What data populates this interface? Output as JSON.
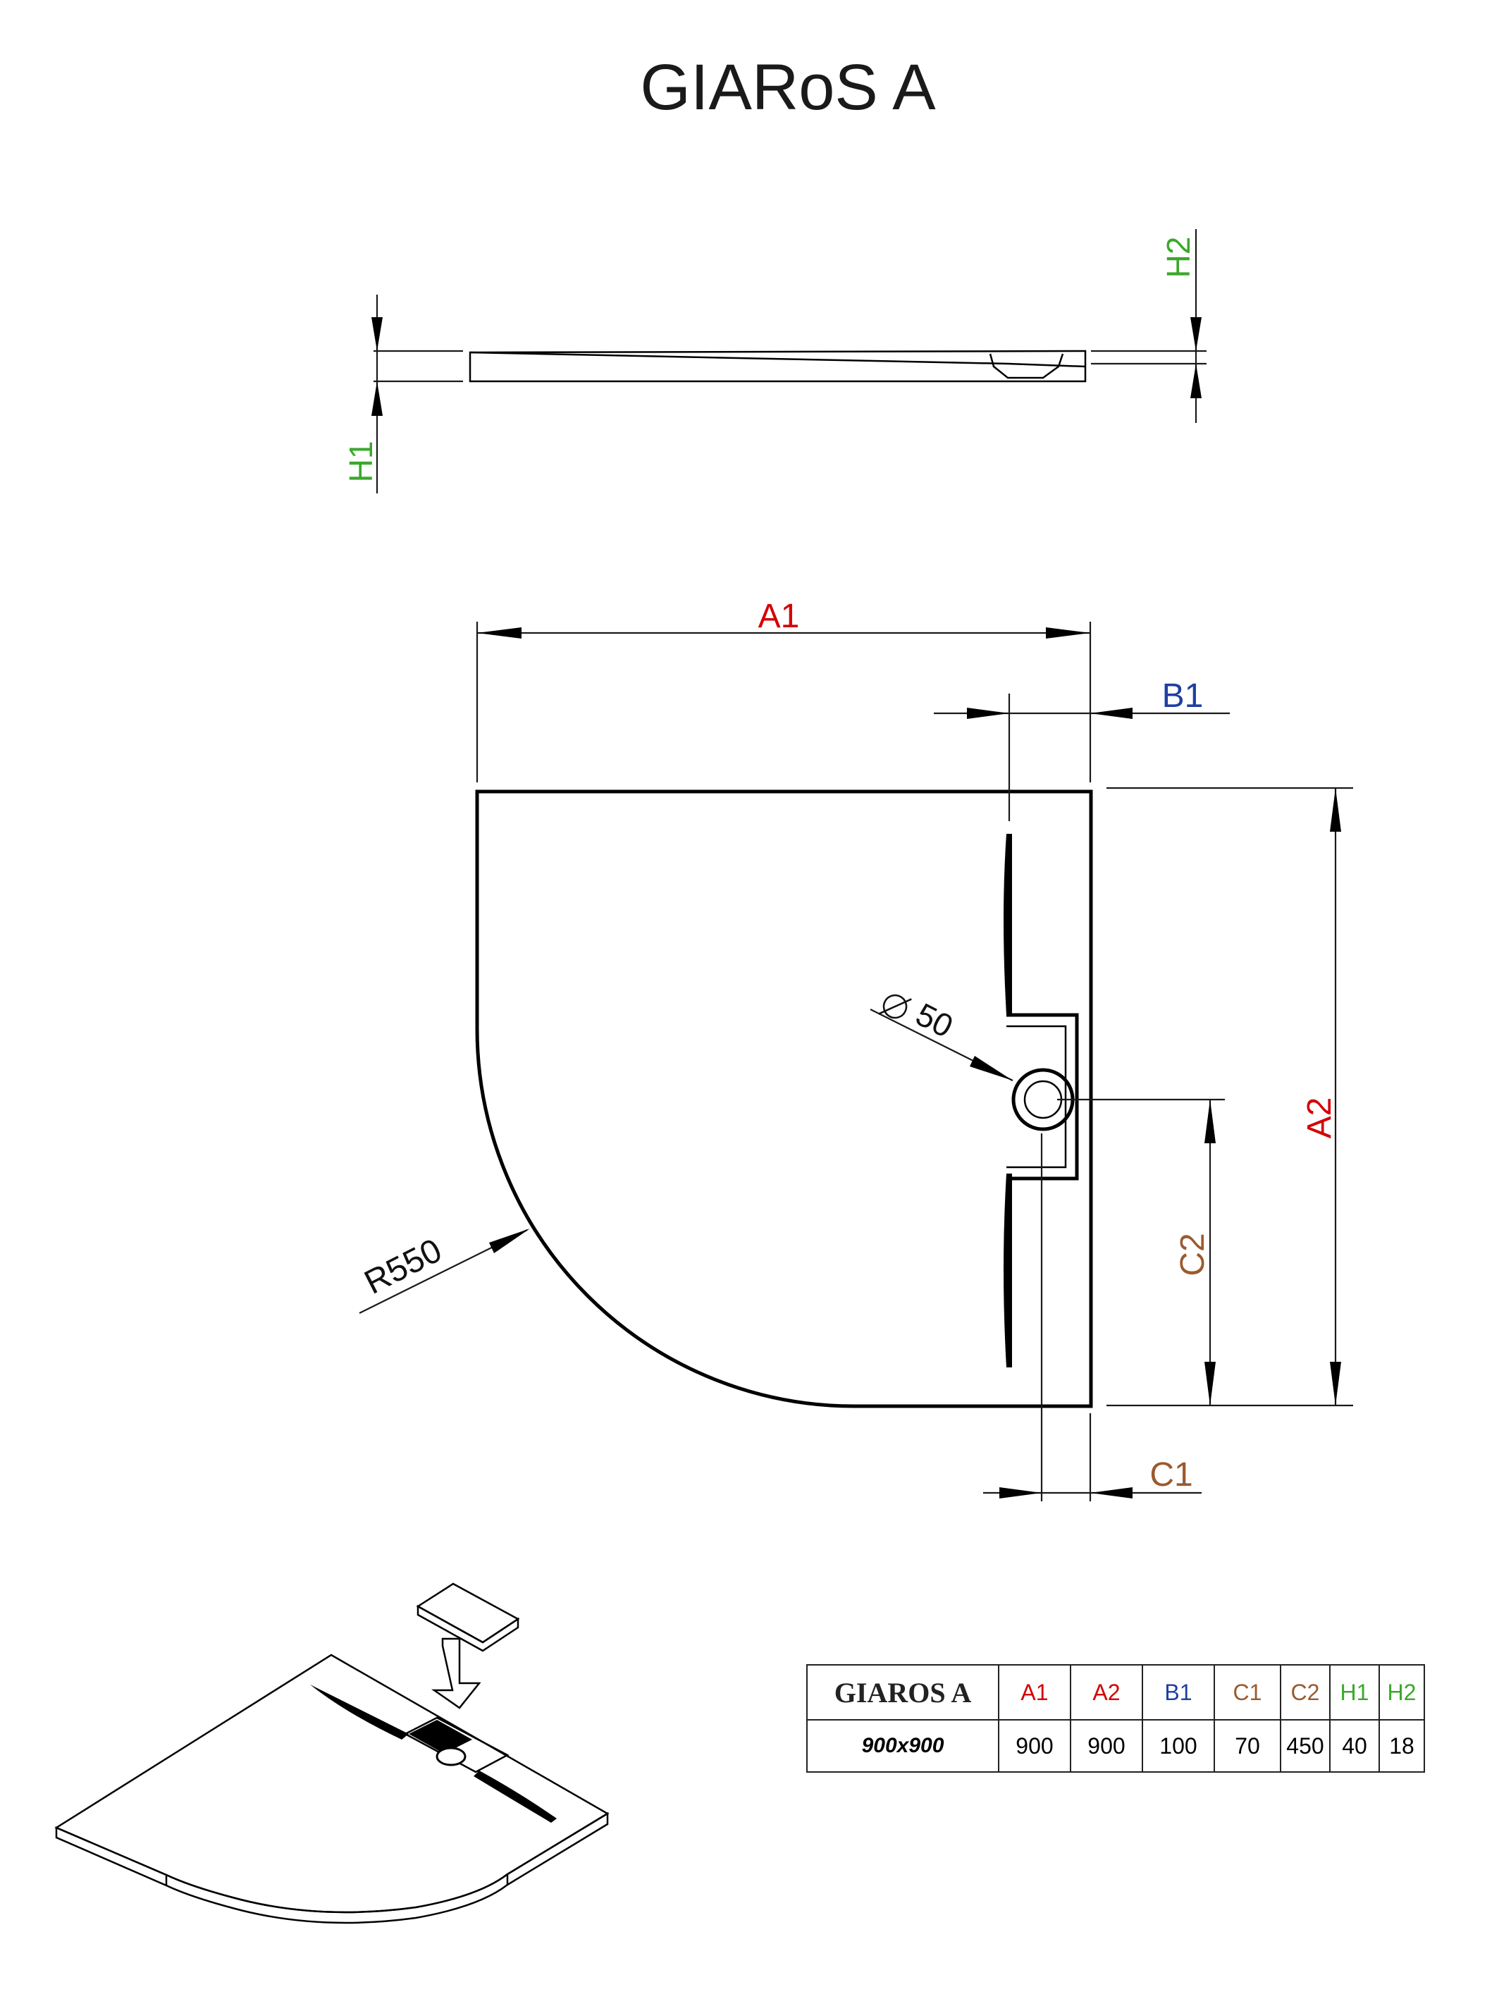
{
  "title": "GIARoS A",
  "colors": {
    "red": "#d40000",
    "blue": "#1f3fa0",
    "brown": "#9b5a2e",
    "green": "#3aa82a",
    "line": "#000000"
  },
  "side_view": {
    "h1_label": "H1",
    "h2_label": "H2"
  },
  "top_view": {
    "a1_label": "A1",
    "a2_label": "A2",
    "b1_label": "B1",
    "c1_label": "C1",
    "c2_label": "C2",
    "radius_label": "R550",
    "drain_label": "50"
  },
  "spec_table": {
    "model": "GIAROS A",
    "size": "900x900",
    "headers": [
      "A1",
      "A2",
      "B1",
      "C1",
      "C2",
      "H1",
      "H2"
    ],
    "values": [
      "900",
      "900",
      "100",
      "70",
      "450",
      "40",
      "18"
    ]
  }
}
